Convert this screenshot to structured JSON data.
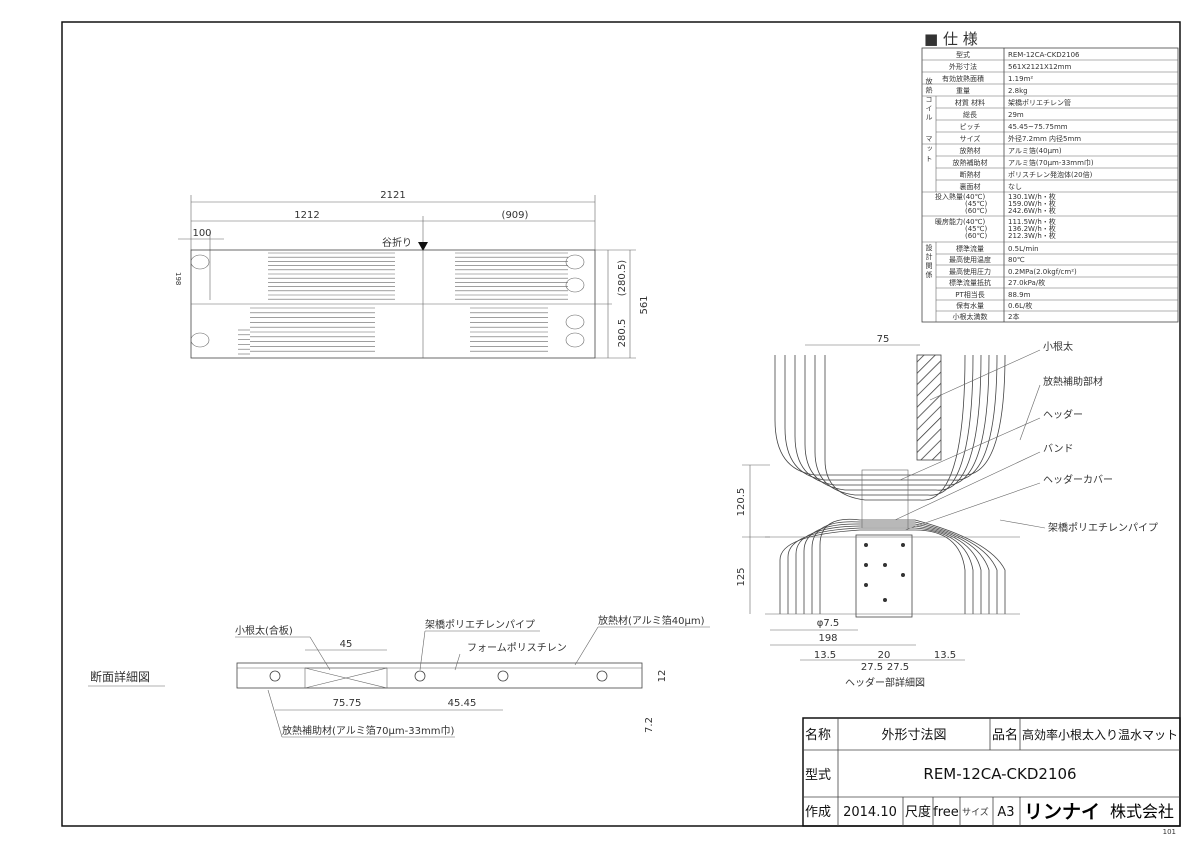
{
  "spec": {
    "title": "■ 仕 様",
    "rows": [
      {
        "label": "型式",
        "value": "REM-12CA-CKD2106"
      },
      {
        "label": "外形寸法",
        "value": "561X2121X12mm"
      },
      {
        "label": "有効放熱面積",
        "value": "1.19m²"
      },
      {
        "label": "重量",
        "value": "2.8kg"
      }
    ],
    "coil_group": "放熱コイル",
    "coil_rows": [
      {
        "label": "材質 材料",
        "value": "架橋ポリエチレン管"
      },
      {
        "label": "総長",
        "value": "29m"
      },
      {
        "label": "ピッチ",
        "value": "45.45~75.75mm"
      },
      {
        "label": "サイズ",
        "value": "外径7.2mm 内径5mm"
      }
    ],
    "mat_group": "マット",
    "mat_rows": [
      {
        "label": "放熱材",
        "value": "アルミ箔(40μm)"
      },
      {
        "label": "放熱補助材",
        "value": "アルミ箔(70μm-33mm巾)"
      },
      {
        "label": "断熱材",
        "value": "ポリスチレン発泡体(20倍)"
      },
      {
        "label": "裏面材",
        "value": "なし"
      }
    ],
    "heat_input": {
      "labels": [
        "投入熱量(40℃)",
        "(45℃)",
        "(60℃)"
      ],
      "values": [
        "130.1W/h・枚",
        "159.0W/h・枚",
        "242.6W/h・枚"
      ]
    },
    "heating_capacity": {
      "labels": [
        "暖房能力(40℃)",
        "(45℃)",
        "(60℃)"
      ],
      "values": [
        "111.5W/h・枚",
        "136.2W/h・枚",
        "212.3W/h・枚"
      ]
    },
    "design_group": "設計関係",
    "design_rows": [
      {
        "label": "標準流量",
        "value": "0.5L/min"
      },
      {
        "label": "最高使用温度",
        "value": "80℃"
      },
      {
        "label": "最高使用圧力",
        "value": "0.2MPa(2.0kgf/cm²)"
      },
      {
        "label": "標準流量抵抗",
        "value": "27.0kPa/枚"
      },
      {
        "label": "PT相当長",
        "value": "88.9m"
      },
      {
        "label": "保有水量",
        "value": "0.6L/枚"
      },
      {
        "label": "小根太満数",
        "value": "2本"
      }
    ]
  },
  "plan": {
    "dim_total": "2121",
    "dim_left": "1212",
    "dim_right": "(909)",
    "dim_edge": "100",
    "dim_side": "198",
    "fold_label": "谷折り",
    "dim_upper": "(280.5)",
    "dim_lower": "280.5",
    "dim_height": "561"
  },
  "header_detail": {
    "labels": [
      "小根太",
      "放熱補助部材",
      "ヘッダー",
      "バンド",
      "ヘッダーカバー",
      "架橋ポリエチレンパイプ"
    ],
    "dim_top": "75",
    "dim_120": "120.5",
    "dim_125": "125",
    "dim_phi": "φ7.5",
    "dim_198": "198",
    "dim_bottom": [
      "13.5",
      "20",
      "13.5"
    ],
    "dim_275": [
      "27.5",
      "27.5"
    ],
    "caption": "ヘッダー部詳細図"
  },
  "section": {
    "title": "断面詳細図",
    "labels": {
      "joist": "小根太(合板)",
      "pipe": "架橋ポリエチレンパイプ",
      "foam": "フォームポリスチレン",
      "radiator": "放熱材(アルミ箔40μm)",
      "aux": "放熱補助材(アルミ箔70μm-33mm巾)"
    },
    "dims": {
      "d45": "45",
      "d7575": "75.75",
      "d4545": "45.45",
      "d12": "12",
      "d72": "7.2"
    }
  },
  "title_block": {
    "name_label": "名称",
    "name_value": "外形寸法図",
    "product_label": "品名",
    "product_value": "高効率小根太入り温水マット",
    "model_label": "型式",
    "model_value": "REM-12CA-CKD2106",
    "created_label": "作成",
    "created_value": "2014.10",
    "scale_label": "尺度",
    "scale_value": "free",
    "size_label": "サイズ",
    "size_value": "A3",
    "company": "リンナイ株式会社",
    "company_logo": "リンナイ",
    "company_suffix": "株式会社"
  },
  "sheet_number": "101"
}
